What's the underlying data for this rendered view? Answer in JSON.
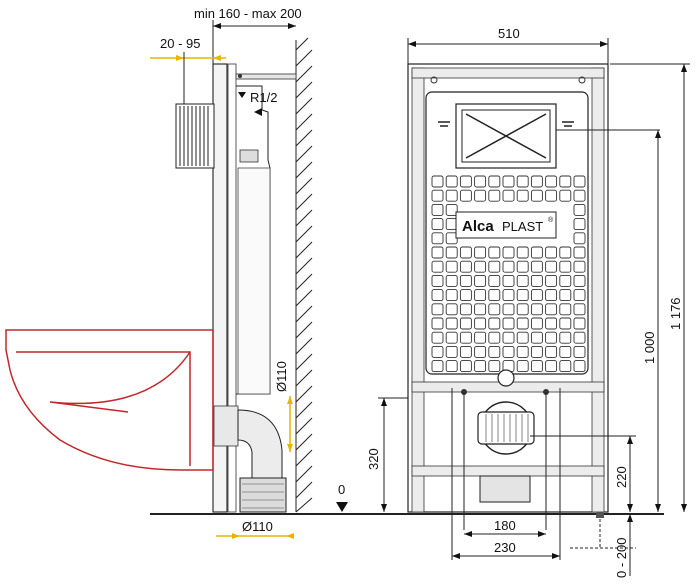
{
  "brand": {
    "name_bold": "Alca",
    "name_light": "PLAST",
    "mark": "®"
  },
  "dimensions": {
    "depth_range": "min 160 - max 200",
    "bracket_range": "20 - 95",
    "thread": "R1/2",
    "waste_pipe_top": "Ø110",
    "waste_pipe_bottom": "Ø110",
    "frame_width": "510",
    "total_height": "1 176",
    "flush_height": "1 000",
    "waste_height": "320",
    "floor_level": "0",
    "bolt_spacing": "180",
    "outer_spacing": "230",
    "floor_offset_1": "220",
    "floor_offset_2": "0 - 200"
  },
  "colors": {
    "accent_yellow": "#e8b400",
    "bowl_red": "#c0282c",
    "line": "#222222"
  }
}
